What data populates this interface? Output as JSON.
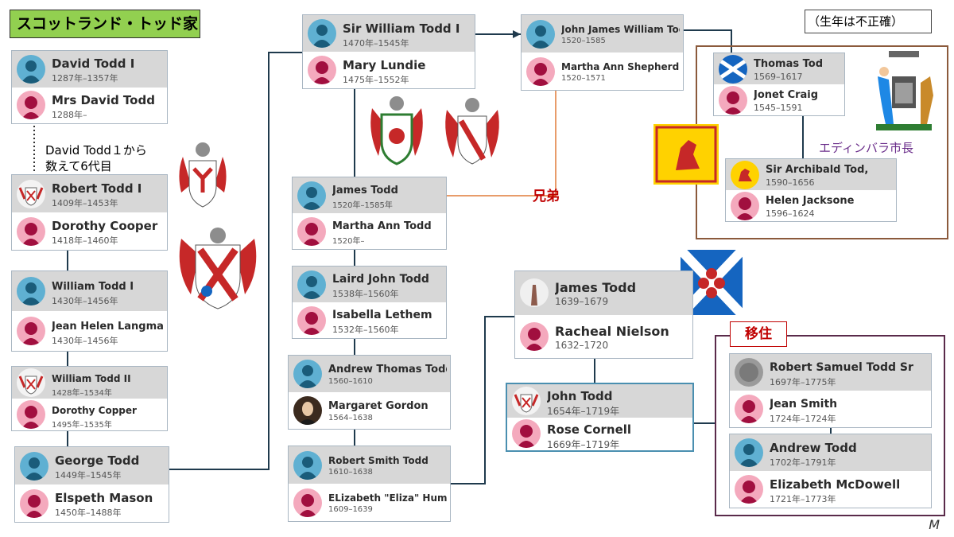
{
  "title": "スコットランド・トッド家",
  "note_birth": "（生年は不正確）",
  "note_six": [
    "David Todd１から",
    "数えて6代目"
  ],
  "label_brothers": "兄弟",
  "label_edinburgh": "エディンバラ市長",
  "label_migration": "移住",
  "signature": "M",
  "colors": {
    "title_bg": "#92d050",
    "red_label": "#c00000",
    "connector": "#1f3a4d",
    "brothers_line": "#e07b39",
    "edin_frame": "#8b5a3c",
    "migration_frame": "#5a2a4a"
  },
  "couples": [
    {
      "id": "c1",
      "p1": {
        "name": "David Todd I",
        "years": "1287年–1357年",
        "icon": "male-avatar-icon"
      },
      "p2": {
        "name": "Mrs David Todd",
        "years": "1288年–",
        "icon": "female-avatar-icon"
      }
    },
    {
      "id": "c2",
      "p1": {
        "name": "Robert Todd I",
        "years": "1409年–1453年",
        "icon": "coat-of-arms-icon"
      },
      "p2": {
        "name": "Dorothy Cooper",
        "years": "1418年–1460年",
        "icon": "female-avatar-icon"
      }
    },
    {
      "id": "c3",
      "p1": {
        "name": "William Todd I",
        "years": "1430年–1456年",
        "icon": "male-avatar-icon"
      },
      "p2": {
        "name": "Jean Helen Langmair",
        "years": "1430年–1456年",
        "icon": "female-avatar-icon"
      }
    },
    {
      "id": "c4",
      "p1": {
        "name": "William Todd II",
        "years": "1428年–1534年",
        "icon": "coat-of-arms-icon"
      },
      "p2": {
        "name": "Dorothy Copper",
        "years": "1495年–1535年",
        "icon": "female-avatar-icon"
      }
    },
    {
      "id": "c5",
      "p1": {
        "name": "George Todd",
        "years": "1449年–1545年",
        "icon": "male-avatar-icon"
      },
      "p2": {
        "name": "Elspeth Mason",
        "years": "1450年–1488年",
        "icon": "female-avatar-icon"
      }
    },
    {
      "id": "c6",
      "p1": {
        "name": "Sir William Todd I",
        "years": "1470年–1545年",
        "icon": "male-avatar-icon"
      },
      "p2": {
        "name": "Mary Lundie",
        "years": "1475年–1552年",
        "icon": "female-avatar-icon"
      }
    },
    {
      "id": "c7",
      "p1": {
        "name": "James Todd",
        "years": "1520年–1585年",
        "icon": "male-avatar-icon"
      },
      "p2": {
        "name": "Martha Ann Todd",
        "years": "1520年–",
        "icon": "female-avatar-icon"
      }
    },
    {
      "id": "c8",
      "p1": {
        "name": "Laird John Todd",
        "years": "1538年–1560年",
        "icon": "male-avatar-icon"
      },
      "p2": {
        "name": "Isabella Lethem",
        "years": "1532年–1560年",
        "icon": "female-avatar-icon"
      }
    },
    {
      "id": "c9",
      "p1": {
        "name": "Andrew Thomas Todd",
        "years": "1560–1610",
        "icon": "male-avatar-icon"
      },
      "p2": {
        "name": "Margaret Gordon",
        "years": "1564–1638",
        "icon": "portrait-photo-icon"
      }
    },
    {
      "id": "c10",
      "p1": {
        "name": "Robert Smith Todd",
        "years": "1610–1638",
        "icon": "male-avatar-icon"
      },
      "p2": {
        "name": "ELizabeth \"Eliza\" Humphrey",
        "years": "1609–1639",
        "icon": "female-avatar-icon"
      }
    },
    {
      "id": "c11",
      "p1": {
        "name": "John James William Tod",
        "years": "1520–1585",
        "icon": "male-avatar-icon"
      },
      "p2": {
        "name": "Martha Ann Shepherd",
        "years": "1520–1571",
        "icon": "female-avatar-icon"
      }
    },
    {
      "id": "c12",
      "p1": {
        "name": "Thomas Tod",
        "years": "1569–1617",
        "icon": "scotland-flag-icon"
      },
      "p2": {
        "name": "Jonet Craig",
        "years": "1545–1591",
        "icon": "female-avatar-icon"
      }
    },
    {
      "id": "c13",
      "p1": {
        "name": "Sir Archibald Tod,",
        "years": "1590–1656",
        "icon": "lion-rampant-flag-icon"
      },
      "p2": {
        "name": "Helen Jacksone",
        "years": "1596–1624",
        "icon": "female-avatar-icon"
      }
    },
    {
      "id": "c14",
      "p1": {
        "name": "James Todd",
        "years": "1639–1679",
        "icon": "chimney-photo-icon"
      },
      "p2": {
        "name": "Racheal Nielson",
        "years": "1632–1720",
        "icon": "female-avatar-icon"
      }
    },
    {
      "id": "c15",
      "p1": {
        "name": "John Todd",
        "years": "1654年–1719年",
        "icon": "coat-of-arms-icon"
      },
      "p2": {
        "name": "Rose Cornell",
        "years": "1669年–1719年",
        "icon": "female-avatar-icon"
      }
    },
    {
      "id": "c16",
      "p1": {
        "name": "Robert Samuel Todd Sr",
        "years": "1697年–1775年",
        "icon": "grey-photo-icon"
      },
      "p2": {
        "name": "Jean Smith",
        "years": "1724年–1724年",
        "icon": "female-avatar-icon"
      }
    },
    {
      "id": "c17",
      "p1": {
        "name": "Andrew Todd",
        "years": "1702年–1791年",
        "icon": "male-avatar-icon"
      },
      "p2": {
        "name": "Elizabeth McDowell",
        "years": "1721年–1773年",
        "icon": "female-avatar-icon"
      }
    }
  ]
}
